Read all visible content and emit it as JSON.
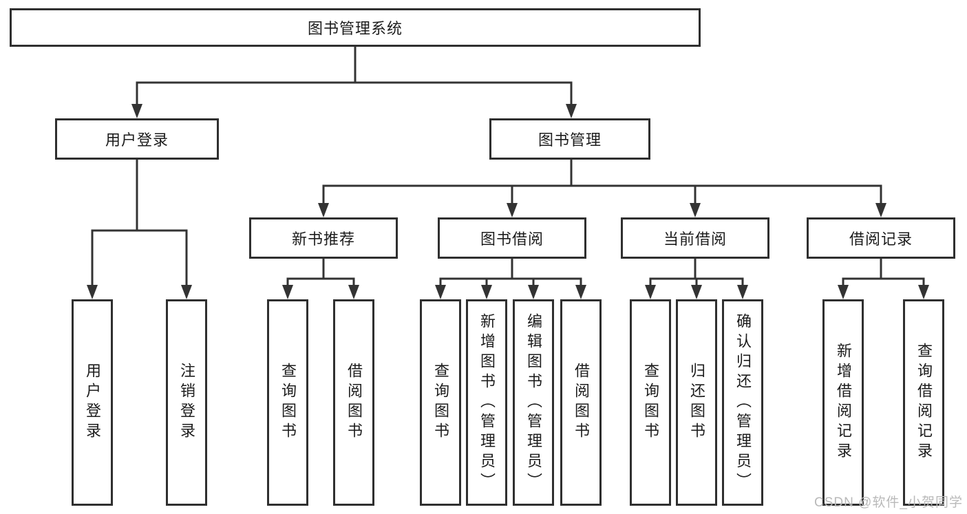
{
  "diagram_title": "图书管理系统",
  "nodes": {
    "root": "图书管理系统",
    "userLogin": "用户登录",
    "bookMgmt": "图书管理",
    "newBookRec": "新书推荐",
    "bookBorrow": "图书借阅",
    "currentBorrow": "当前借阅",
    "borrowRecords": "借阅记录"
  },
  "leaves": [
    "用户登录",
    "注销登录",
    "查询图书",
    "借阅图书",
    "查询图书",
    "新增图书（管理员）",
    "编辑图书（管理员）",
    "借阅图书",
    "查询图书",
    "归还图书",
    "确认归还（管理员）",
    "新增借阅记录",
    "查询借阅记录"
  ],
  "hierarchy": {
    "图书管理系统": [
      "用户登录",
      "图书管理"
    ],
    "用户登录": [
      "用户登录",
      "注销登录"
    ],
    "图书管理": [
      "新书推荐",
      "图书借阅",
      "当前借阅",
      "借阅记录"
    ],
    "新书推荐": [
      "查询图书",
      "借阅图书"
    ],
    "图书借阅": [
      "查询图书",
      "新增图书（管理员）",
      "编辑图书（管理员）",
      "借阅图书"
    ],
    "当前借阅": [
      "查询图书",
      "归还图书",
      "确认归还（管理员）"
    ],
    "借阅记录": [
      "新增借阅记录",
      "查询借阅记录"
    ]
  },
  "watermark": "CSDN @软件_小贺同学",
  "colors": {
    "line": "#333333",
    "box_border": "#2f2f2f",
    "box_fill": "#ffffff",
    "text": "#1c1c1c",
    "watermark": "#b9b9b9",
    "background": "#ffffff"
  }
}
